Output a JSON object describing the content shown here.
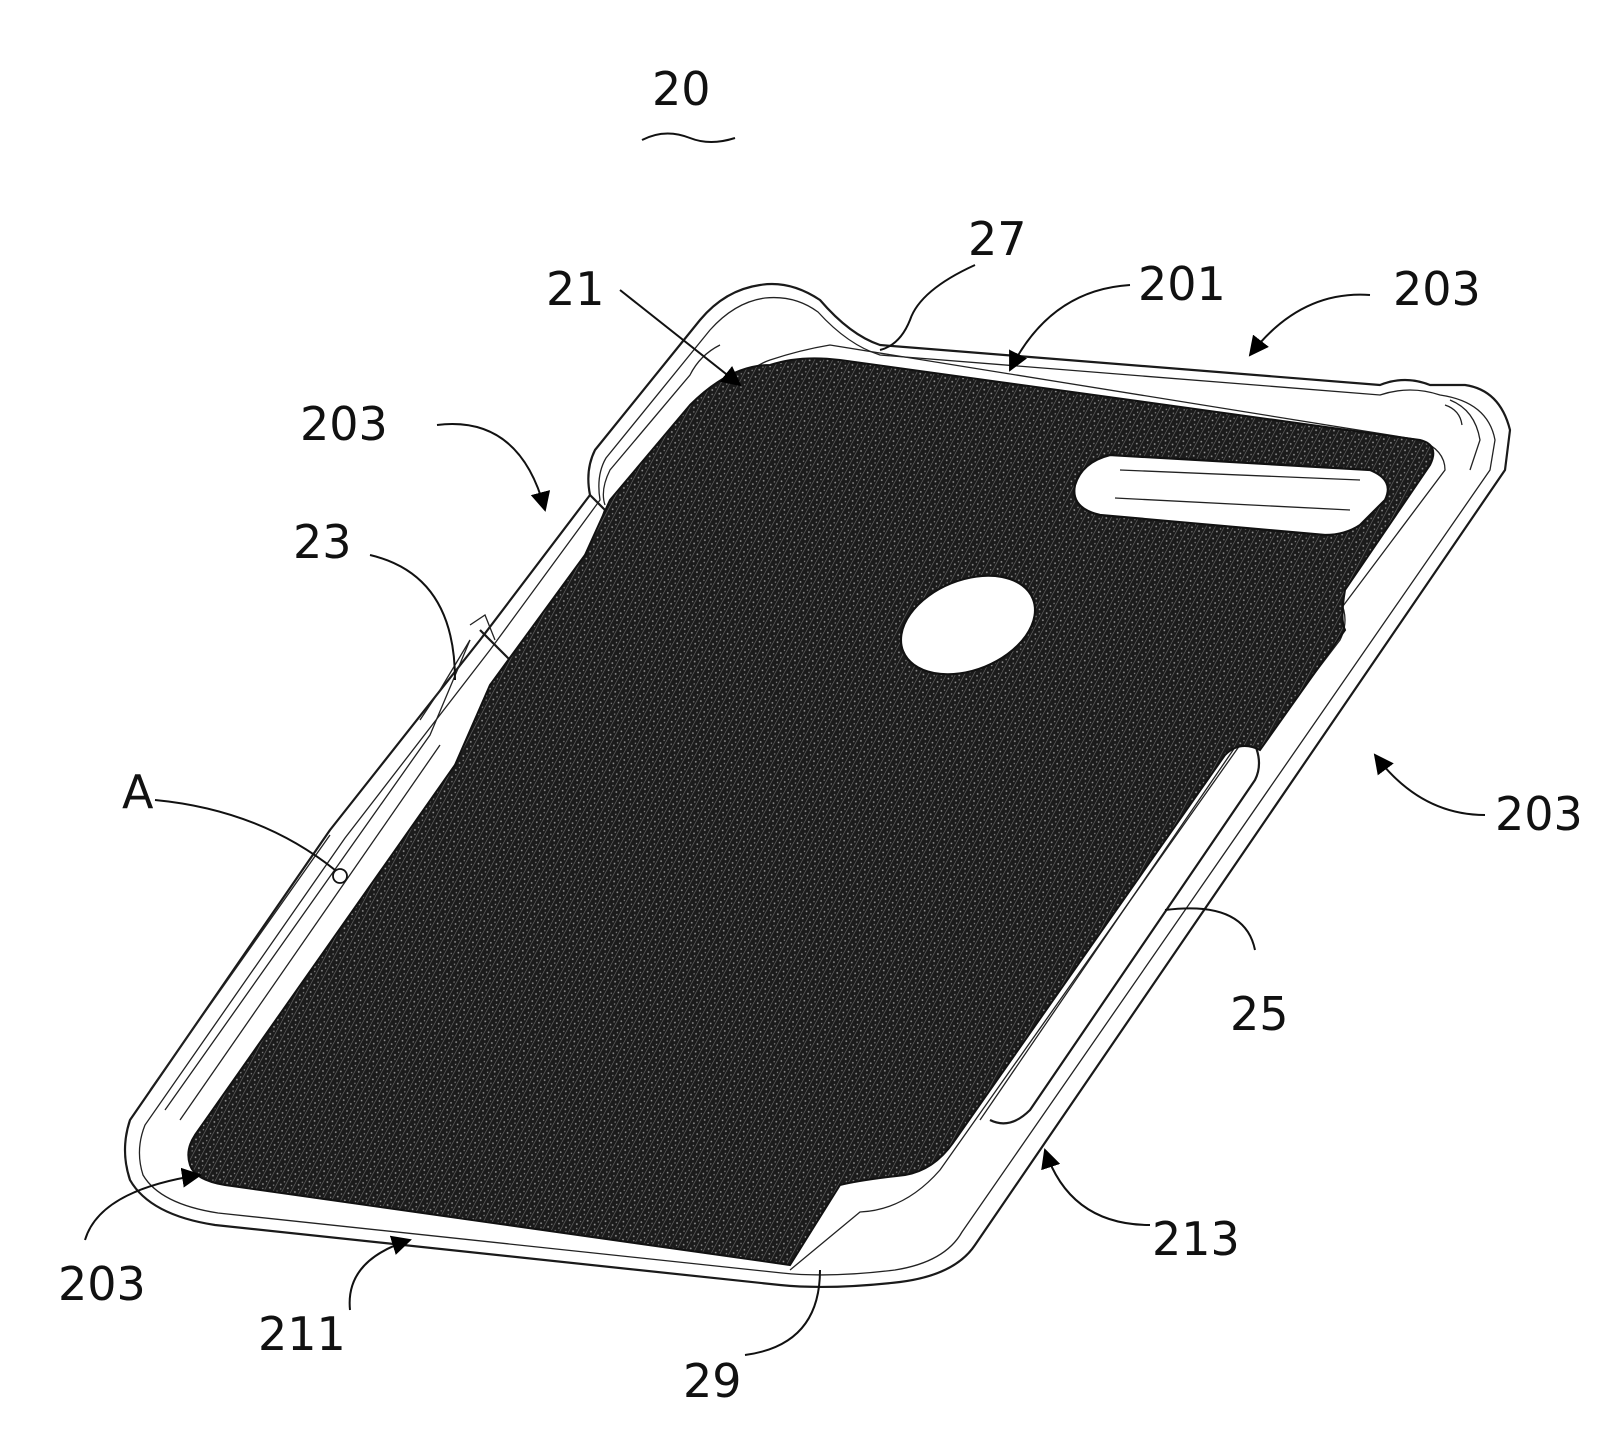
{
  "figure": {
    "main_label": "20",
    "labels": {
      "case": "21",
      "camera_cutout": "27",
      "top_edge": "201",
      "opening_top_right": "203",
      "opening_left": "203",
      "opening_right": "203",
      "opening_bottom_left": "203",
      "left_side": "23",
      "detail": "A",
      "right_side": "25",
      "right_edge": "213",
      "bottom_edge": "211",
      "bottom_cutout": "29"
    }
  }
}
